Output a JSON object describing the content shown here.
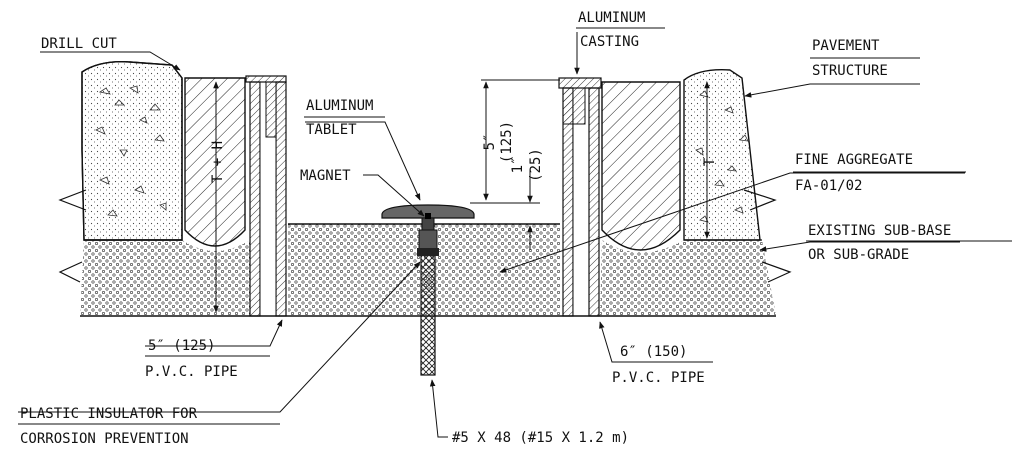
{
  "labels": {
    "drill_cut": "DRILL CUT",
    "aluminum_casting_1": "ALUMINUM",
    "aluminum_casting_2": "CASTING",
    "pavement_structure_1": "PAVEMENT",
    "pavement_structure_2": "STRUCTURE",
    "aluminum_tablet_1": "ALUMINUM",
    "aluminum_tablet_2": "TABLET",
    "magnet": "MAGNET",
    "fine_aggregate_1": "FINE AGGREGATE",
    "fine_aggregate_2": "FA-01/02",
    "existing_sub_base_1": "EXISTING SUB-BASE",
    "existing_sub_base_2": "OR SUB-GRADE",
    "pipe_5_size": "5″ (125)",
    "pipe_5_type": "P.V.C. PIPE",
    "pipe_6_size": "6″ (150)",
    "pipe_6_type": "P.V.C. PIPE",
    "insulator_1": "PLASTIC INSULATOR FOR",
    "insulator_2": "CORROSION PREVENTION",
    "rebar": "#5 X 48 (#15 X 1.2 m)"
  },
  "dimensions": {
    "t_plus_h": "T + H",
    "t": "T",
    "depth_5_in": "5″",
    "depth_5_mm": "(125)",
    "depth_1_in": "1″",
    "depth_1_mm": "(25)"
  }
}
